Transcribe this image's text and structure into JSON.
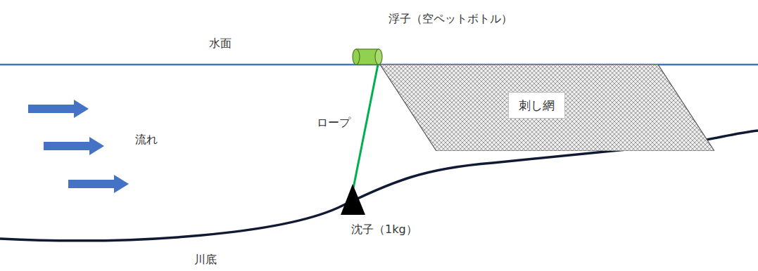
{
  "diagram": {
    "nodes": [
      {
        "text": [
          "刺し網"
        ]
      }
    ],
    "labels": [
      "浮子（空ペットボトル）",
      "水面",
      "ロープ",
      "流れ",
      "沈子（1kg）",
      "川底"
    ]
  }
}
